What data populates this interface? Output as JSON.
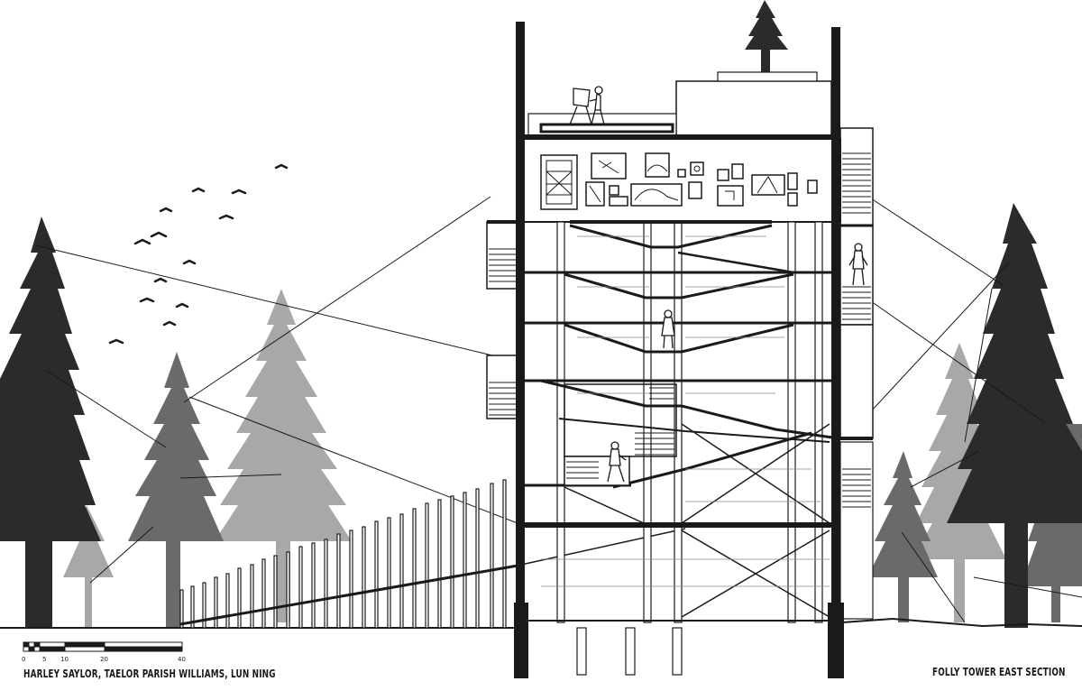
{
  "drawing": {
    "title": "FOLLY TOWER EAST SECTION",
    "credits": "HARLEY SAYLOR, TAELOR PARISH WILLIAMS, LUN NING"
  },
  "scale_bar": {
    "labels": [
      "0",
      "5",
      "10",
      "20",
      "40"
    ]
  },
  "colors": {
    "ink": "#1a1a1a",
    "tree_dark": "#2b2b2b",
    "tree_mid": "#6a6a6a",
    "tree_light": "#a8a8a8",
    "background": "#ffffff"
  }
}
